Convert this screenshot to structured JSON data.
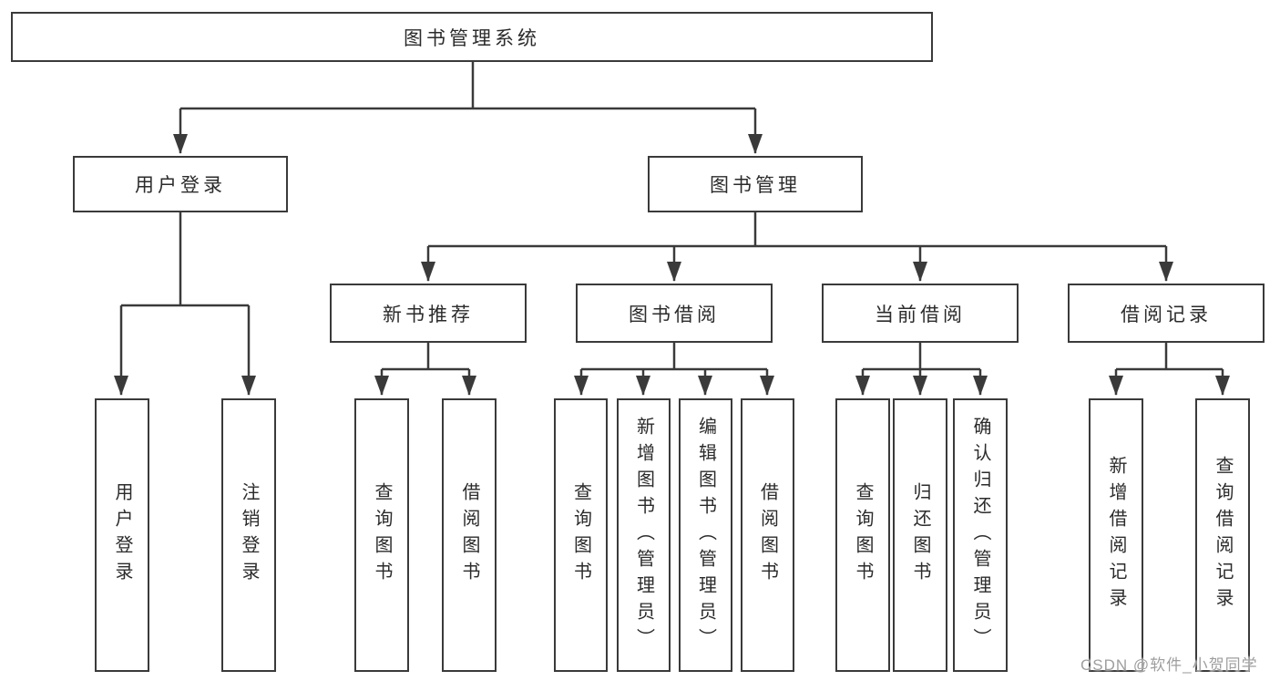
{
  "diagram": {
    "root": {
      "label": "图书管理系统"
    },
    "level2": [
      {
        "id": "user-login",
        "label": "用户登录",
        "parent": "图书管理系统"
      },
      {
        "id": "book-management",
        "label": "图书管理",
        "parent": "图书管理系统"
      }
    ],
    "level3": [
      {
        "id": "new-book-recommend",
        "label": "新书推荐",
        "parent": "图书管理"
      },
      {
        "id": "book-borrow",
        "label": "图书借阅",
        "parent": "图书管理"
      },
      {
        "id": "current-borrow",
        "label": "当前借阅",
        "parent": "图书管理"
      },
      {
        "id": "borrow-records",
        "label": "借阅记录",
        "parent": "图书管理"
      }
    ],
    "leaves": [
      {
        "label": "用户登录",
        "parent": "用户登录"
      },
      {
        "label": "注销登录",
        "parent": "用户登录"
      },
      {
        "label": "查询图书",
        "parent": "新书推荐"
      },
      {
        "label": "借阅图书",
        "parent": "新书推荐"
      },
      {
        "label": "查询图书",
        "parent": "图书借阅"
      },
      {
        "label": "新增图书（管理员）",
        "parent": "图书借阅"
      },
      {
        "label": "编辑图书（管理员）",
        "parent": "图书借阅"
      },
      {
        "label": "借阅图书",
        "parent": "图书借阅"
      },
      {
        "label": "查询图书",
        "parent": "当前借阅"
      },
      {
        "label": "归还图书",
        "parent": "当前借阅"
      },
      {
        "label": "确认归还（管理员）",
        "parent": "当前借阅"
      },
      {
        "label": "新增借阅记录",
        "parent": "借阅记录"
      },
      {
        "label": "查询借阅记录",
        "parent": "借阅记录"
      }
    ]
  },
  "watermark": {
    "text": "CSDN @软件_小贺同学"
  },
  "colors": {
    "line": "#3a3a3a",
    "text": "#2b2b2b",
    "watermark": "#9e9e9e",
    "background": "#ffffff"
  }
}
